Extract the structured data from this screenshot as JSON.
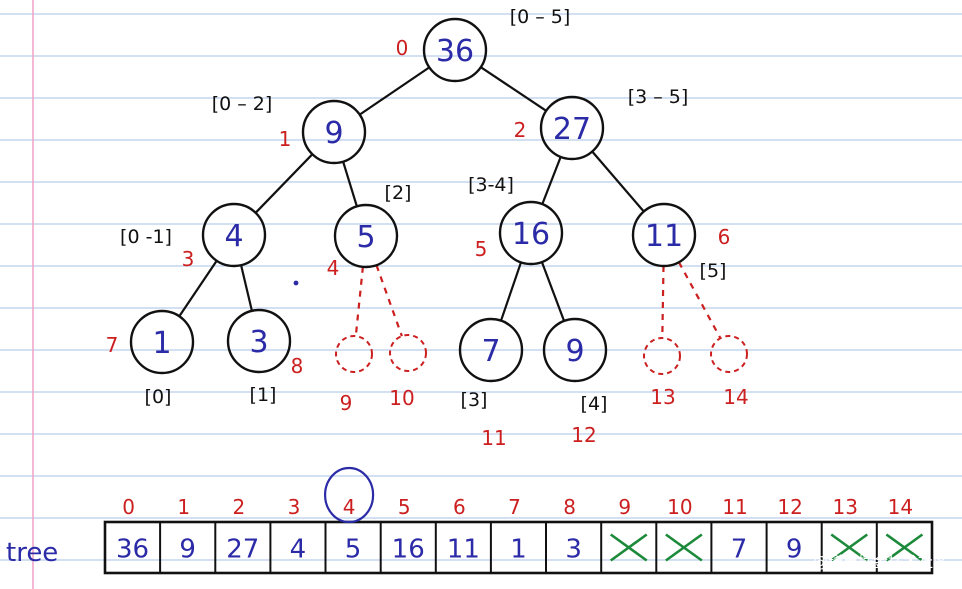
{
  "colors": {
    "ink": "#111111",
    "value": "#2b2ba8",
    "index": "#cc1f1f",
    "cross": "#1c8a3a",
    "ruled_line": "#b9cdea",
    "margin_line": "#f0a6c9"
  },
  "tree": {
    "nodes": [
      {
        "index": "0",
        "value": "36",
        "range": "[0 – 5]"
      },
      {
        "index": "1",
        "value": "9",
        "range": "[0 – 2]"
      },
      {
        "index": "2",
        "value": "27",
        "range": "[3 – 5]"
      },
      {
        "index": "3",
        "value": "4",
        "range": "[0 -1]"
      },
      {
        "index": "4",
        "value": "5",
        "range": "[2]"
      },
      {
        "index": "5",
        "value": "16",
        "range": "[3-4]"
      },
      {
        "index": "6",
        "value": "11",
        "range": "[5]"
      },
      {
        "index": "7",
        "value": "1",
        "range": "[0]"
      },
      {
        "index": "8",
        "value": "3",
        "range": "[1]"
      },
      {
        "index": "9",
        "value": "",
        "range": ""
      },
      {
        "index": "10",
        "value": "",
        "range": ""
      },
      {
        "index": "11",
        "value": "7",
        "range": "[3]"
      },
      {
        "index": "12",
        "value": "9",
        "range": "[4]"
      },
      {
        "index": "13",
        "value": "",
        "range": ""
      },
      {
        "index": "14",
        "value": "",
        "range": ""
      }
    ]
  },
  "array": {
    "label": "tree",
    "indices": [
      "0",
      "1",
      "2",
      "3",
      "4",
      "5",
      "6",
      "7",
      "8",
      "9",
      "10",
      "11",
      "12",
      "13",
      "14"
    ],
    "values": [
      "36",
      "9",
      "27",
      "4",
      "5",
      "16",
      "11",
      "1",
      "3",
      "X",
      "X",
      "7",
      "9",
      "X",
      "X"
    ],
    "highlighted_index": "4"
  },
  "watermark": "@稀土掘金技术社区"
}
